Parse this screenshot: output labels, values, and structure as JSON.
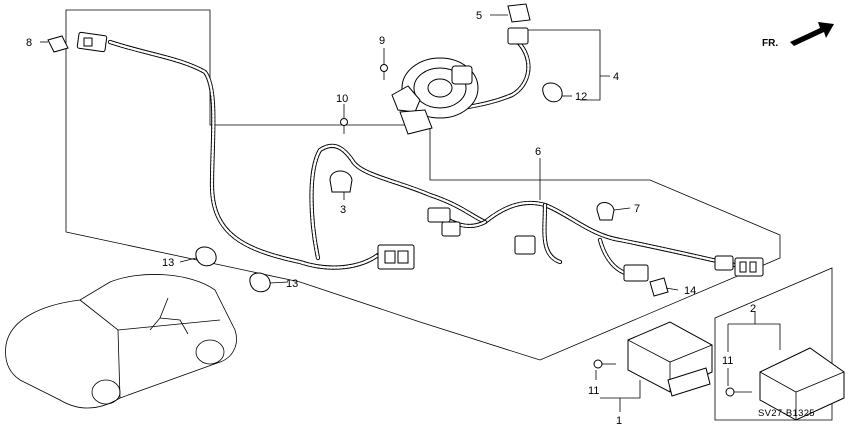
{
  "diagram_code": "SV27-B1325",
  "direction_label": "FR.",
  "callouts": {
    "c1": "1",
    "c2": "2",
    "c3": "3",
    "c4": "4",
    "c5": "5",
    "c6": "6",
    "c7": "7",
    "c8": "8",
    "c9": "9",
    "c10": "10",
    "c11a": "11",
    "c11b": "11",
    "c12": "12",
    "c13a": "13",
    "c13b": "13",
    "c14": "14"
  },
  "icons": {
    "direction": "fr-arrow-icon",
    "car": "car-outline-icon"
  }
}
